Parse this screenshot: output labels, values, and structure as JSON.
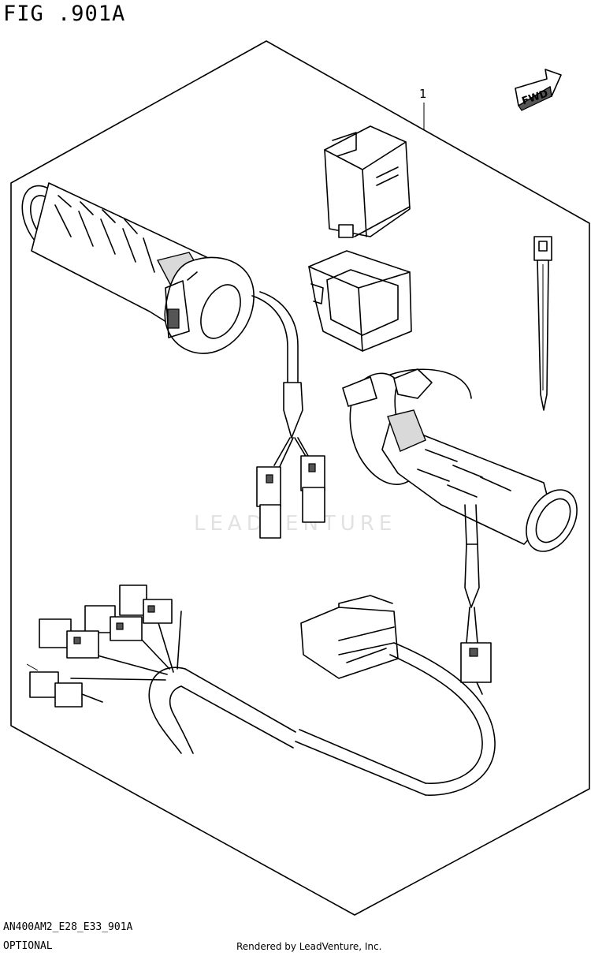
{
  "figure": {
    "title": "FIG .901A",
    "code": "AN400AM2_E28_E33_901A",
    "section": "OPTIONAL",
    "rendered_by": "Rendered by LeadVenture, Inc.",
    "watermark": "LEADVENTURE"
  },
  "callouts": [
    {
      "number": "1"
    }
  ],
  "direction": {
    "label": "FWD"
  },
  "parts": [
    "left-heated-grip",
    "right-heated-grip",
    "switch-unit",
    "switch-holder",
    "cable-tie",
    "wiring-harness"
  ]
}
